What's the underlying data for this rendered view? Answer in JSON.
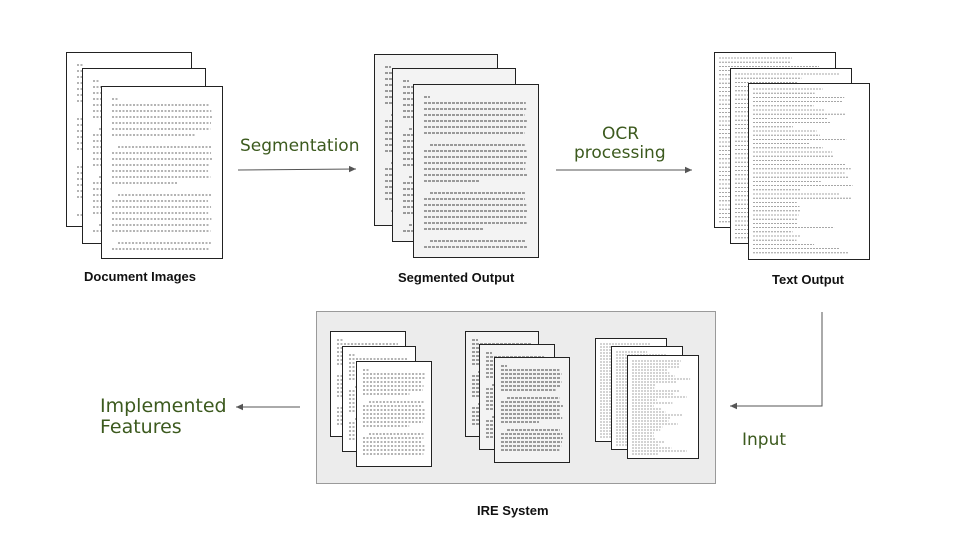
{
  "captions": {
    "document_images": "Document Images",
    "segmented_output": "Segmented Output",
    "text_output": "Text Output",
    "ire_system": "IRE System"
  },
  "steps": {
    "segmentation": "Segmentation",
    "ocr_line1": "OCR",
    "ocr_line2": "processing",
    "input": "Input",
    "implemented_line1": "Implemented",
    "implemented_line2": "Features"
  },
  "colors": {
    "step_label": "#3c5a1e",
    "ire_box_fill": "#ececec",
    "arrow": "#555555"
  }
}
